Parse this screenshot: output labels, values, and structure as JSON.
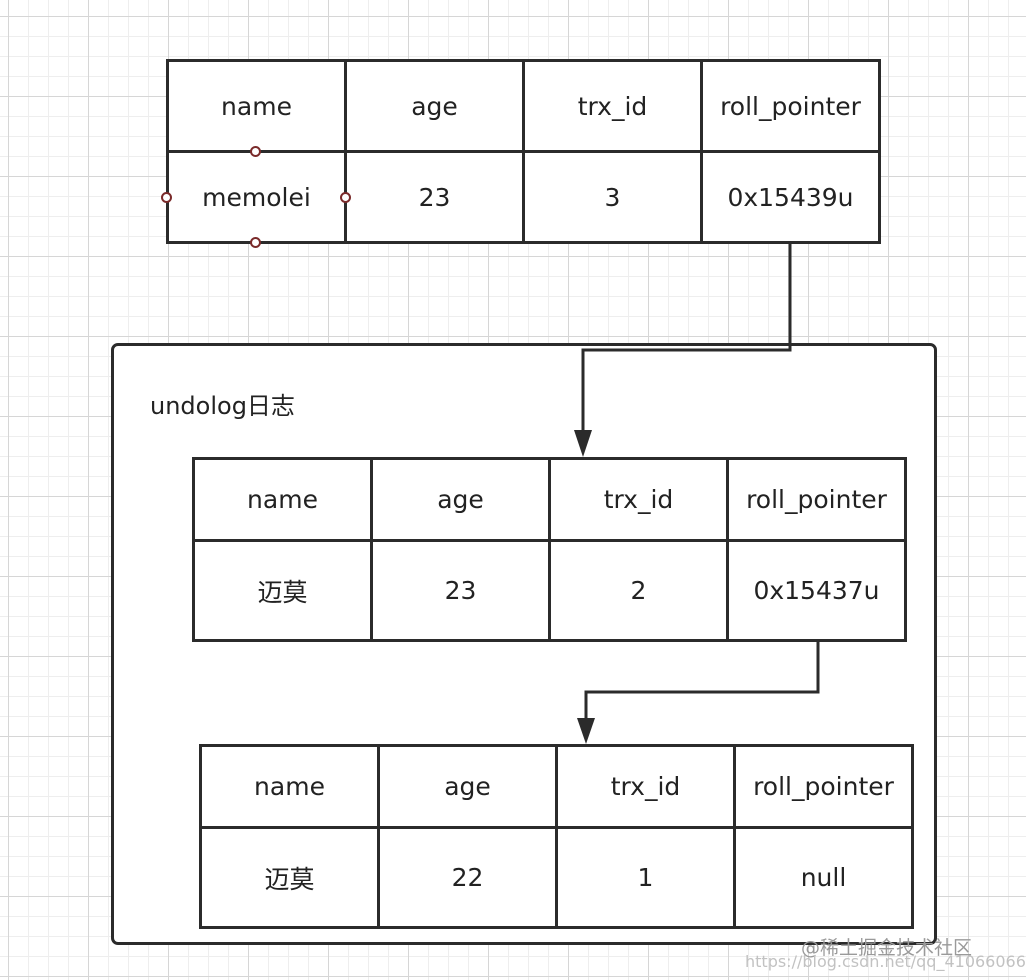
{
  "undolog": {
    "title": "undolog日志"
  },
  "columns": [
    "name",
    "age",
    "trx_id",
    "roll_pointer"
  ],
  "records": [
    {
      "id": "current",
      "name": "memolei",
      "age": "23",
      "trx_id": "3",
      "roll_pointer": "0x15439u"
    },
    {
      "id": "undo-1",
      "name": "迈莫",
      "age": "23",
      "trx_id": "2",
      "roll_pointer": "0x15437u"
    },
    {
      "id": "undo-2",
      "name": "迈莫",
      "age": "22",
      "trx_id": "1",
      "roll_pointer": "null"
    }
  ],
  "watermark": {
    "text": "@稀土掘金技术社区",
    "url_text": "https://blog.csdn.net/qq_41066066"
  }
}
